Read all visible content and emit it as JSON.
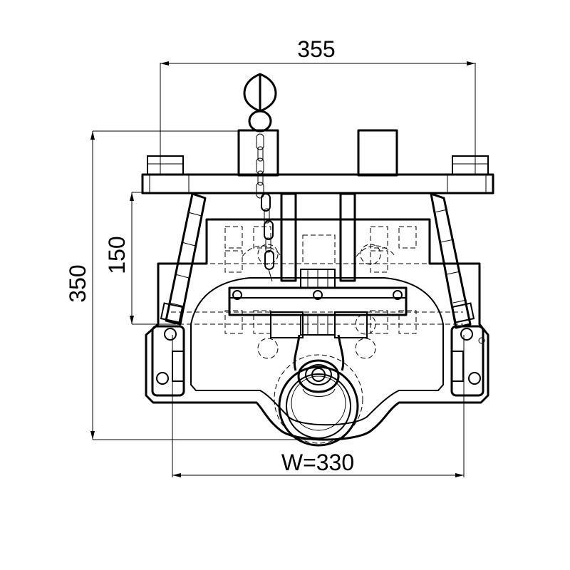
{
  "dimensions": {
    "top_width": "355",
    "bottom_width": "W=330",
    "total_height": "350",
    "inner_height": "150"
  }
}
